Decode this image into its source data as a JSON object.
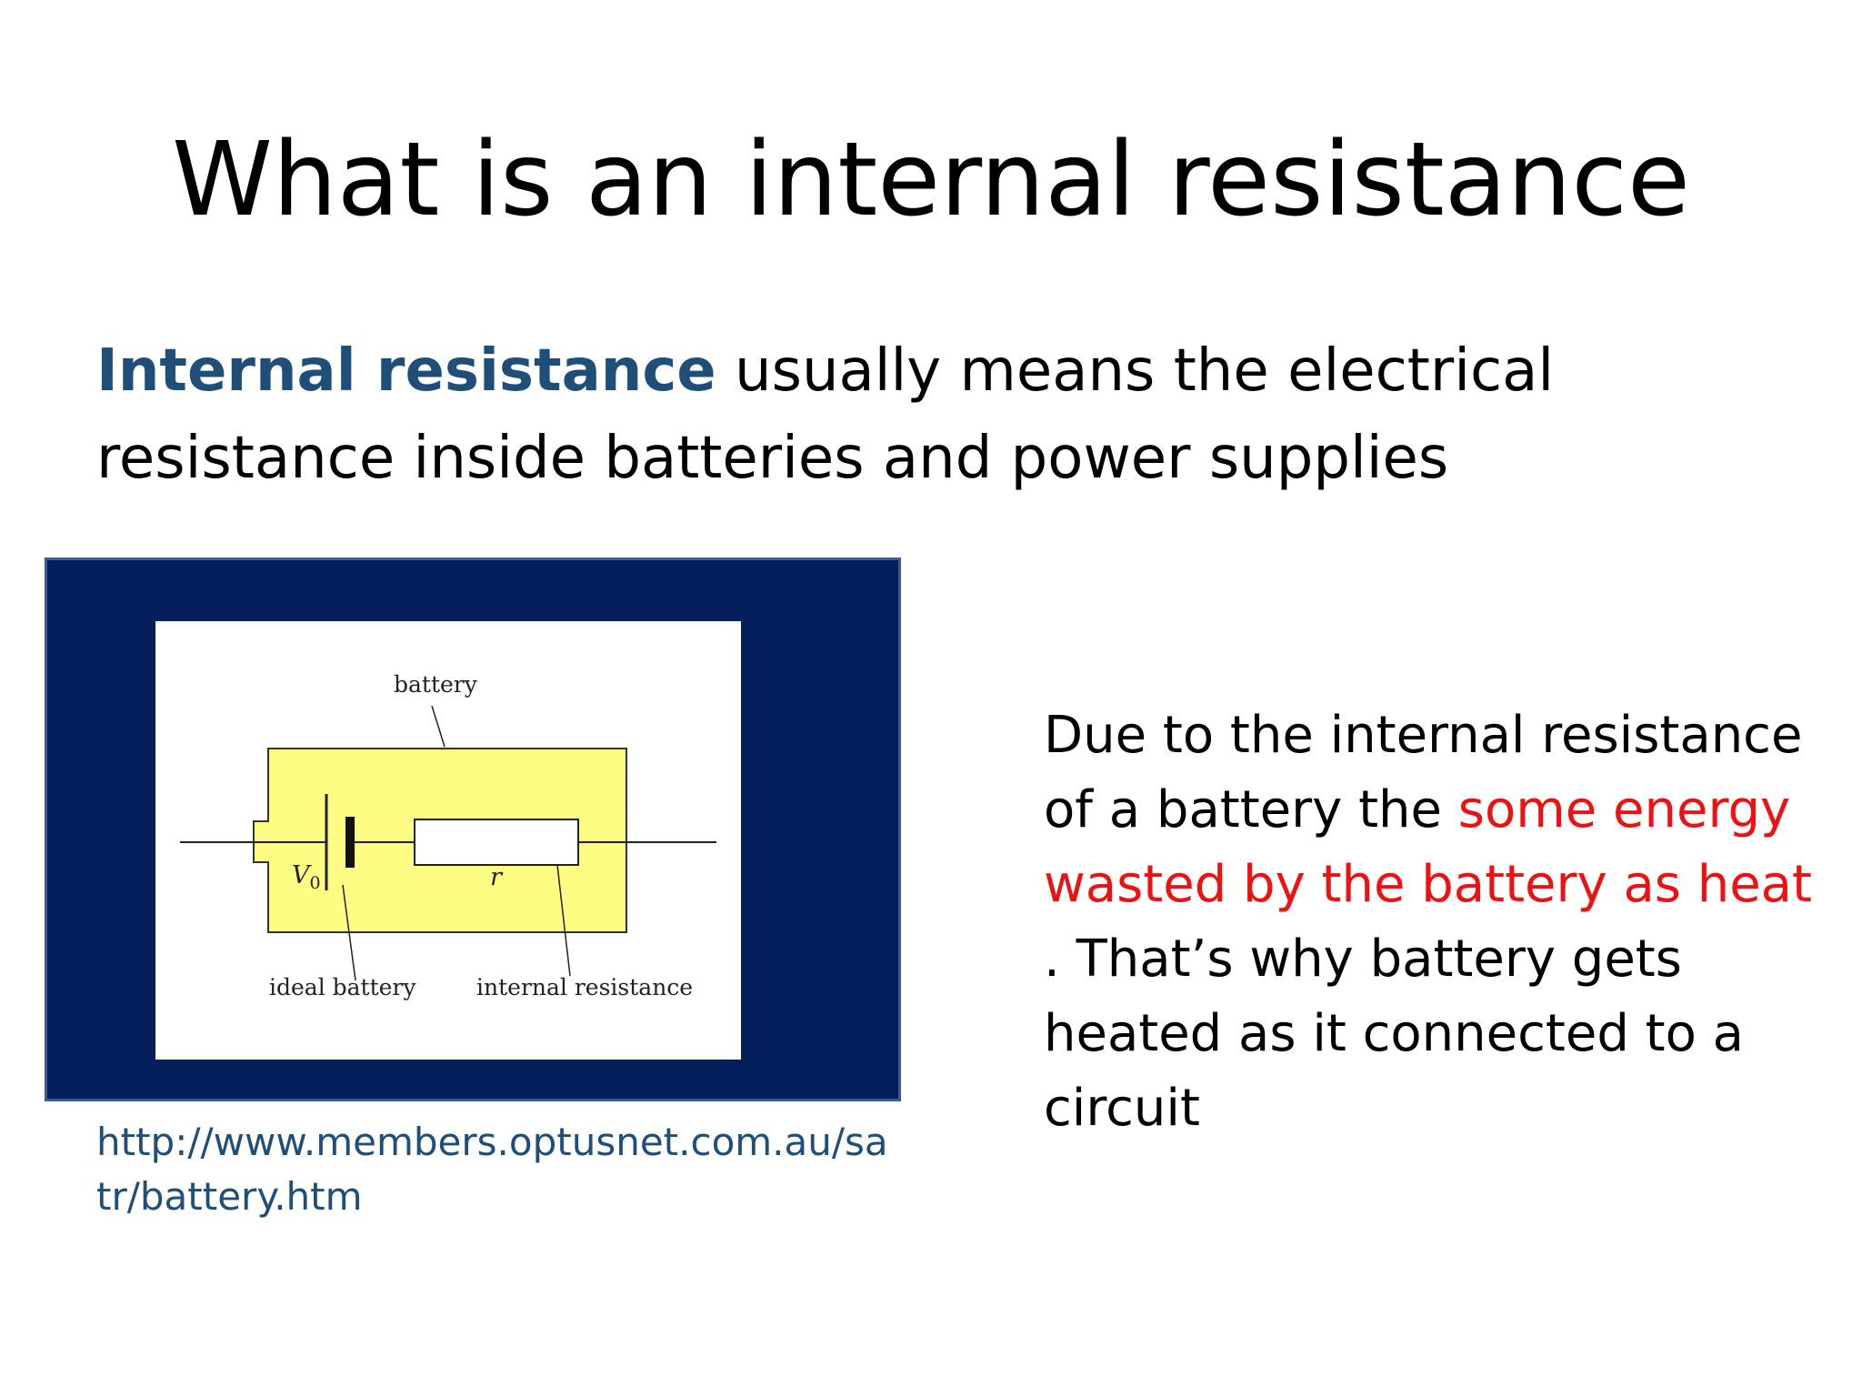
{
  "slide": {
    "title": "What is an internal resistance"
  },
  "intro": {
    "term": "Internal resistance",
    "rest": " usually means the electrical resistance inside batteries and power supplies"
  },
  "figure": {
    "label_battery": "battery",
    "label_v": "V",
    "label_v_sub": "0",
    "label_r": "r",
    "label_ideal_battery": "ideal battery",
    "label_internal_resistance": "internal resistance",
    "frame_color": "#041f5c",
    "battery_fill": "#fdfd84"
  },
  "source": {
    "url": "http://www.members.optusnet.com.au/satr/battery.htm"
  },
  "explanation": {
    "part1": "Due to the internal resistance of a battery the ",
    "highlight": "some energy wasted by the battery  as heat",
    "part2": " . That’s why battery gets heated as it connected to a circuit",
    "highlight_color": "#ee1111"
  }
}
